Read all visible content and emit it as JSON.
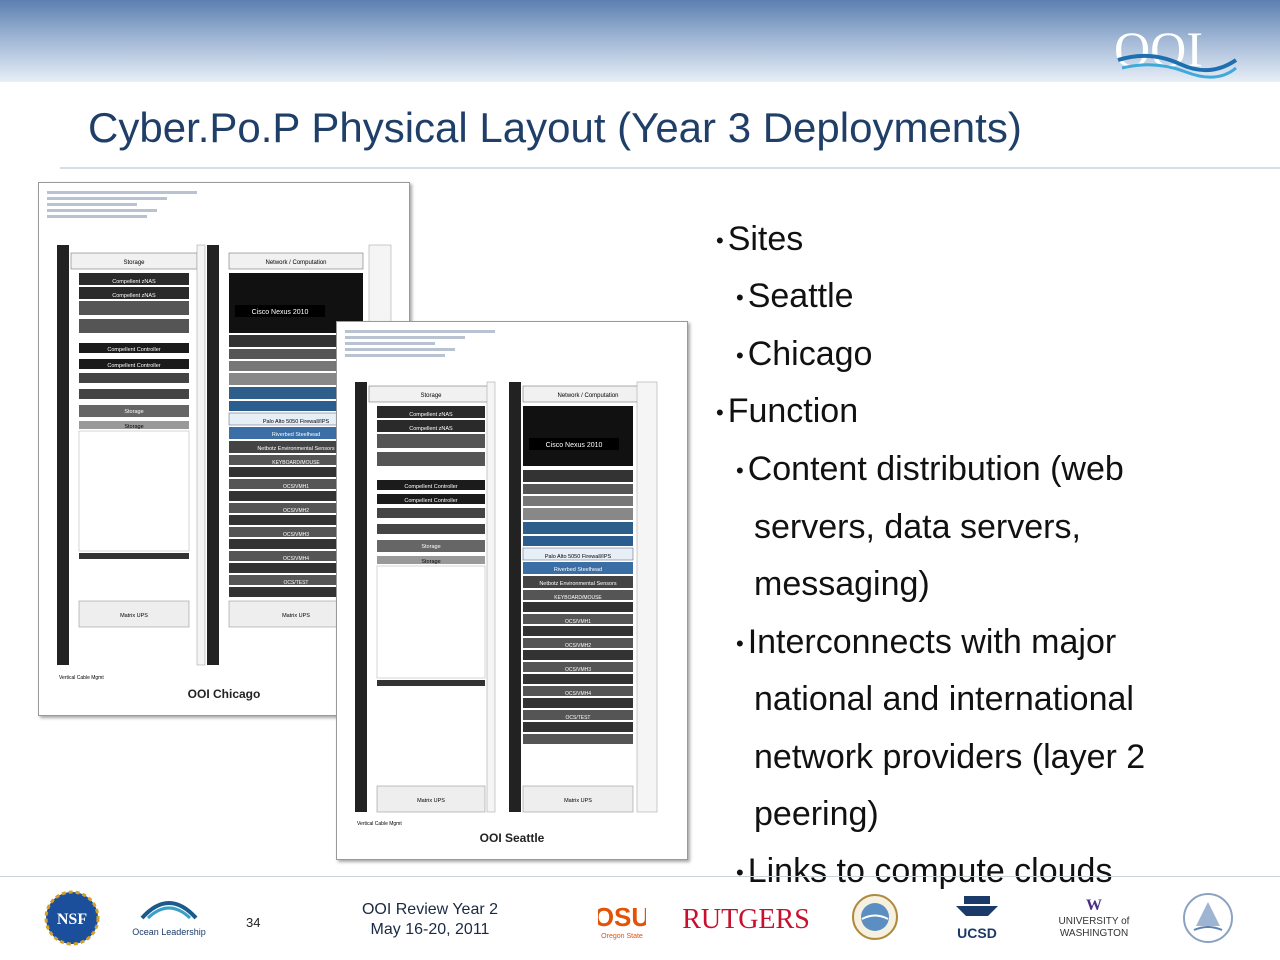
{
  "header": {
    "logo_text": "OOI"
  },
  "slide": {
    "title": "Cyber.Po.P Physical Layout (Year 3 Deployments)",
    "bullets": [
      {
        "level": 1,
        "text": "Sites"
      },
      {
        "level": 2,
        "text": "Seattle"
      },
      {
        "level": 2,
        "text": "Chicago"
      },
      {
        "level": 1,
        "text": "Function"
      },
      {
        "level": 2,
        "text": "Content distribution (web"
      },
      {
        "level": 3,
        "text": "servers, data servers,"
      },
      {
        "level": 3,
        "text": "messaging)"
      },
      {
        "level": 2,
        "text": "Interconnects with major"
      },
      {
        "level": 3,
        "text": "national and international"
      },
      {
        "level": 3,
        "text": "network providers (layer 2"
      },
      {
        "level": 3,
        "text": "peering)"
      },
      {
        "level": 2,
        "text": "Links to compute clouds"
      }
    ]
  },
  "figures": {
    "chicago": {
      "caption": "OOI Chicago",
      "storage_header": "Storage",
      "network_header": "Network / Computation",
      "storage_labels": [
        "Compellent zNAS",
        "Compellent zNAS",
        "Compellent Controller",
        "Compellent Controller",
        "Storage",
        "Storage"
      ],
      "network_labels": [
        "Cisco Nexus 2010",
        "Palo Alto 5050 Firewall/IPS",
        "Riverbed Steelhead",
        "Netbotz Environmental Sensors",
        "KEYBOARD/MOUSE",
        "OCS/VMH1",
        "OCS/VMH2",
        "OCS/VMH3",
        "OCS/VMH4",
        "OCS/TEST"
      ],
      "ups_label": "Matrix UPS",
      "mgmt_label": "Vertical Cable Mgmt"
    },
    "seattle": {
      "caption": "OOI Seattle",
      "storage_header": "Storage",
      "network_header": "Network / Computation",
      "storage_labels": [
        "Compellent zNAS",
        "Compellent zNAS",
        "Compellent Controller",
        "Compellent Controller",
        "Storage",
        "Storage"
      ],
      "network_labels": [
        "Cisco Nexus 2010",
        "Palo Alto 5050 Firewall/IPS",
        "Riverbed Steelhead",
        "Netbotz Environmental Sensors",
        "KEYBOARD/MOUSE",
        "OCS/VMH1",
        "OCS/VMH2",
        "OCS/VMH3",
        "OCS/VMH4",
        "OCS/TEST"
      ],
      "ups_label": "Matrix UPS",
      "mgmt_label": "Vertical Cable Mgmt"
    }
  },
  "footer": {
    "page_number": "34",
    "review_line1": "OOI Review Year 2",
    "review_line2": "May 16-20, 2011",
    "logos": {
      "nsf": "NSF",
      "ocean_leadership": "Ocean Leadership",
      "osu": "OSU",
      "osu_sub": "Oregon State",
      "rutgers": "RUTGERS",
      "ucsd": "UCSD",
      "uw_letter": "W",
      "uw_line1": "UNIVERSITY of",
      "uw_line2": "WASHINGTON"
    }
  },
  "colors": {
    "title": "#1f3f68",
    "accent": "#5b7fb0",
    "rutgers": "#c8102e",
    "osu": "#e35205",
    "uw": "#4b2e83"
  }
}
